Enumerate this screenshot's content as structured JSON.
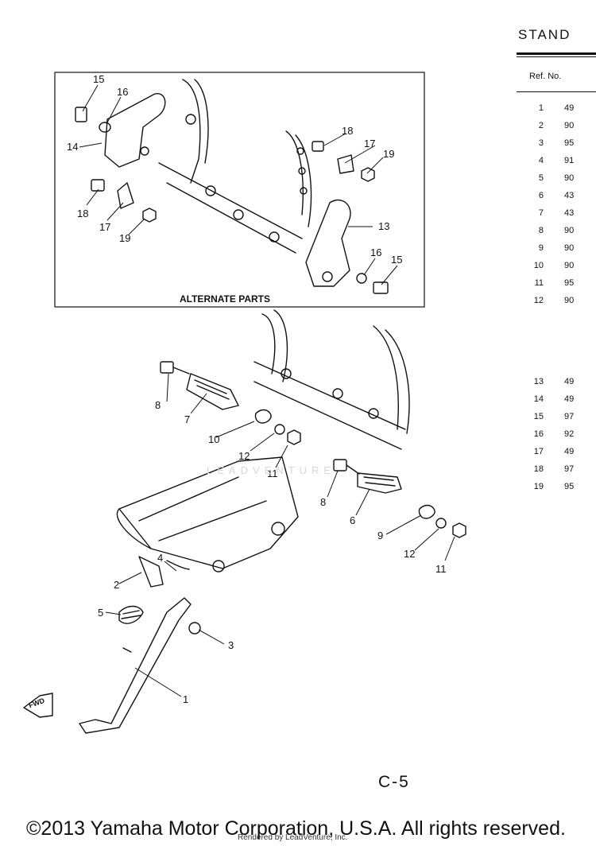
{
  "header": {
    "title": "STAND",
    "ref_no_label": "Ref. No."
  },
  "parts": [
    {
      "ref": "1",
      "part": "49"
    },
    {
      "ref": "2",
      "part": "90"
    },
    {
      "ref": "3",
      "part": "95"
    },
    {
      "ref": "4",
      "part": "91"
    },
    {
      "ref": "5",
      "part": "90"
    },
    {
      "ref": "6",
      "part": "43"
    },
    {
      "ref": "7",
      "part": "43"
    },
    {
      "ref": "8",
      "part": "90"
    },
    {
      "ref": "9",
      "part": "90"
    },
    {
      "ref": "10",
      "part": "90"
    },
    {
      "ref": "11",
      "part": "95"
    },
    {
      "ref": "12",
      "part": "90"
    },
    {
      "ref": "13",
      "part": "49"
    },
    {
      "ref": "14",
      "part": "49"
    },
    {
      "ref": "15",
      "part": "97"
    },
    {
      "ref": "16",
      "part": "92"
    },
    {
      "ref": "17",
      "part": "49"
    },
    {
      "ref": "18",
      "part": "97"
    },
    {
      "ref": "19",
      "part": "95"
    }
  ],
  "diagram": {
    "alternate_label": "ALTERNATE PARTS",
    "watermark": "LEADVENTURE",
    "callouts": {
      "c15a": "15",
      "c16a": "16",
      "c14": "14",
      "c18a": "18",
      "c17a": "17",
      "c19a": "19",
      "c18b": "18",
      "c17b": "17",
      "c19b": "19",
      "c13": "13",
      "c16b": "16",
      "c15b": "15",
      "c8a": "8",
      "c7": "7",
      "c10": "10",
      "c12a": "12",
      "c11a": "11",
      "c8b": "8",
      "c6": "6",
      "c9": "9",
      "c12b": "12",
      "c11b": "11",
      "c4": "4",
      "c2": "2",
      "c5": "5",
      "c3": "3",
      "c1": "1"
    },
    "fwd_label": "FWD"
  },
  "footer": {
    "page_number": "C-5",
    "copyright": "©2013 Yamaha Motor Corporation, U.S.A. All rights reserved.",
    "rendered_by": "Rendered by LeadVenture, Inc."
  }
}
